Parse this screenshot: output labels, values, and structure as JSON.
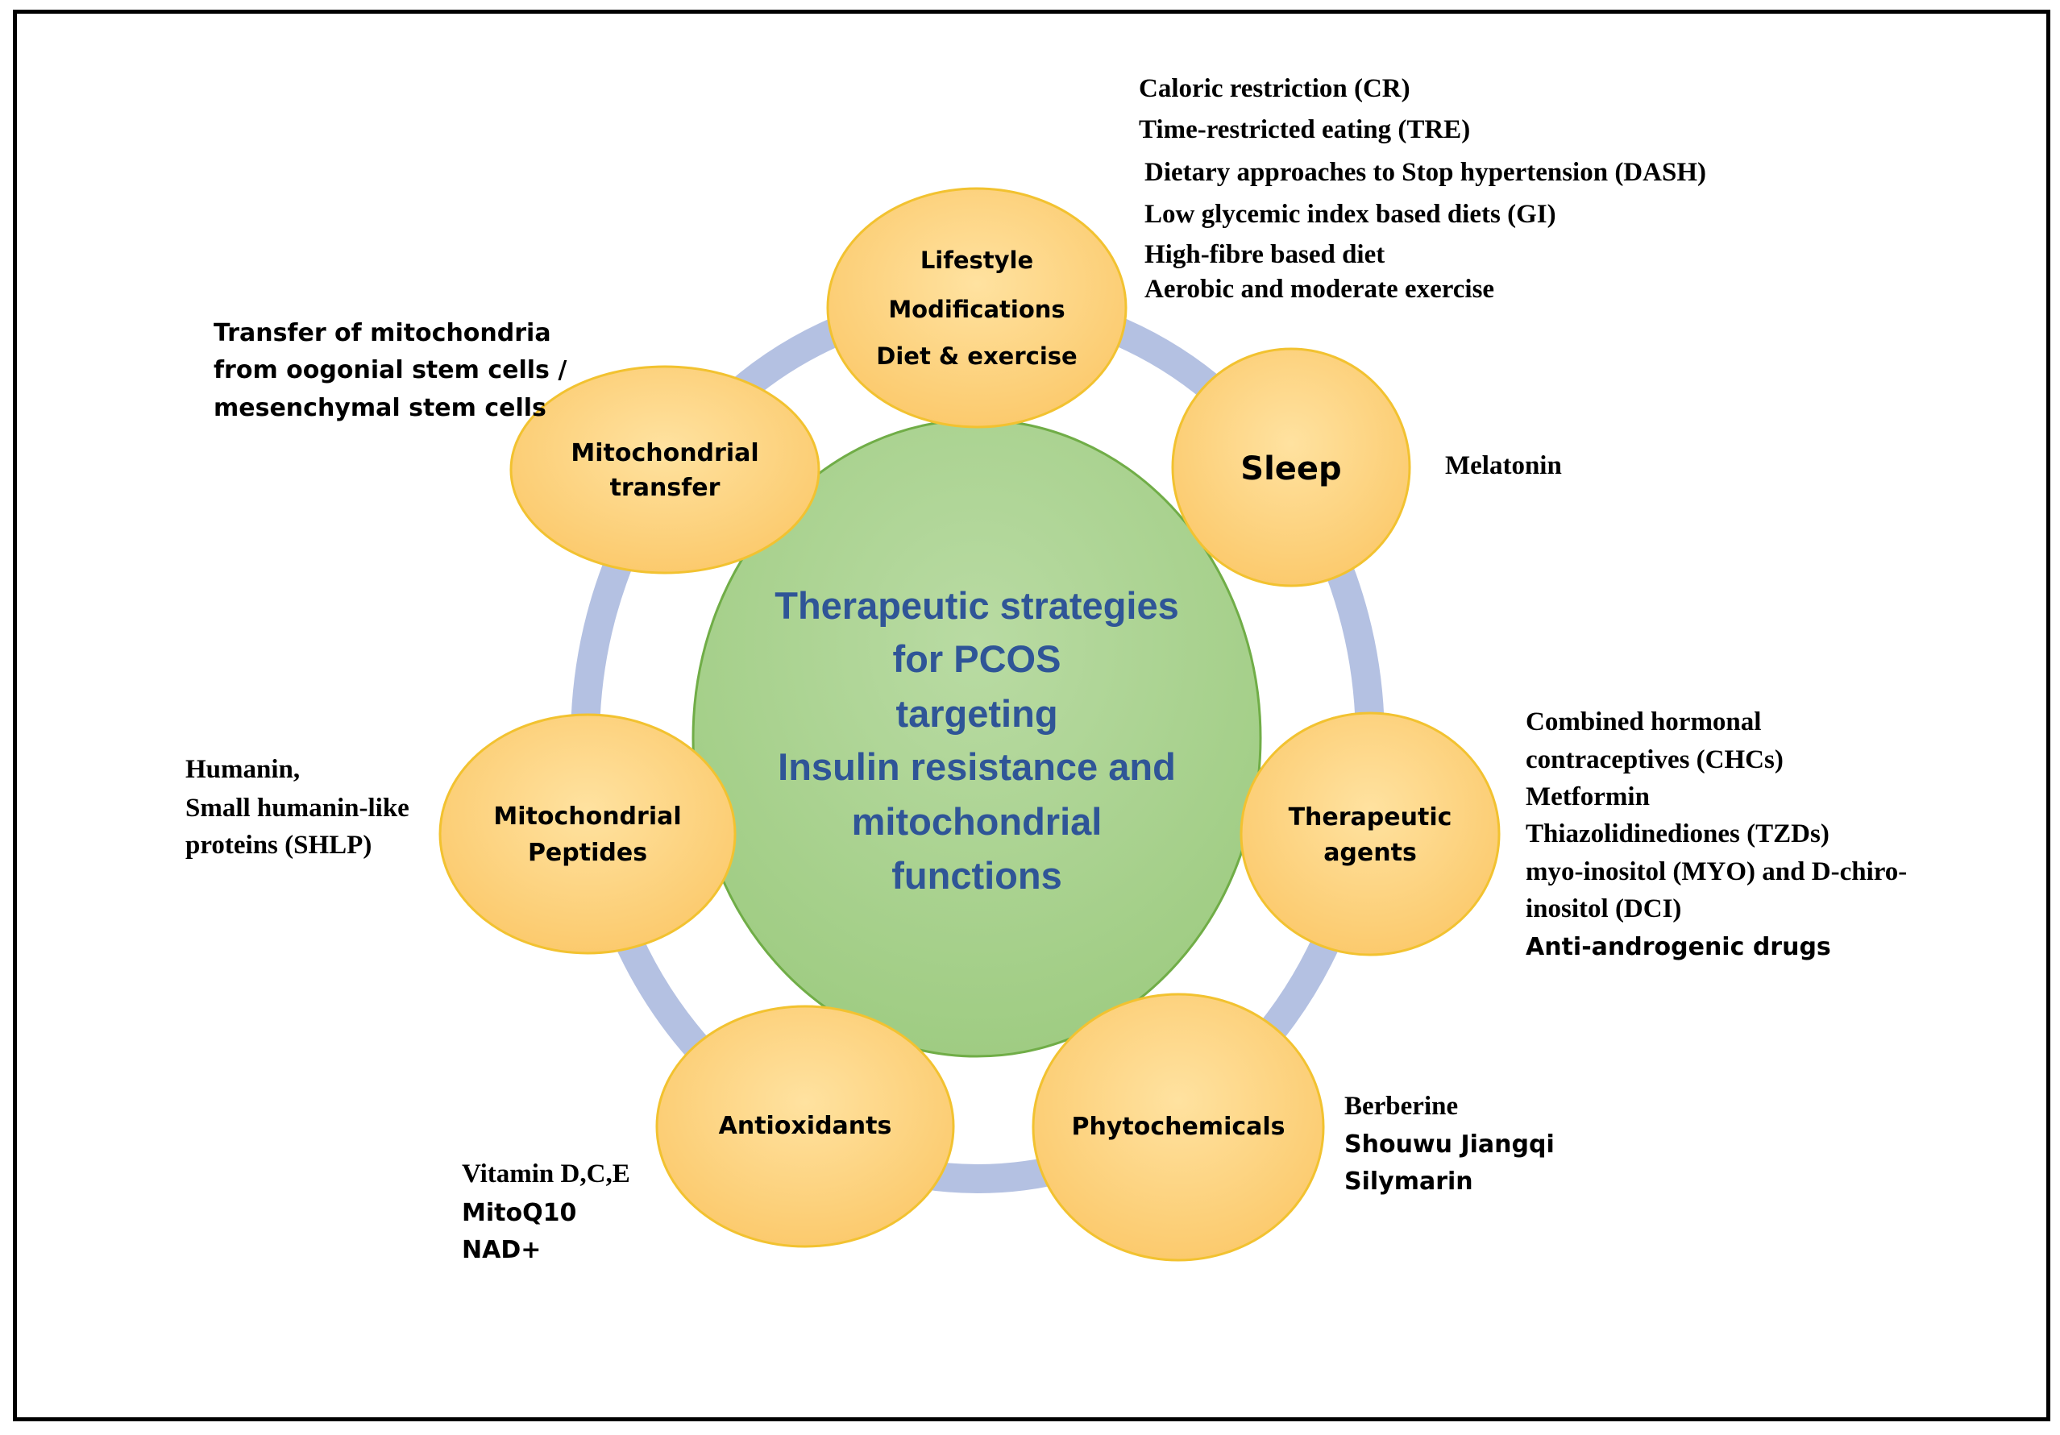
{
  "center": {
    "lines": [
      "Therapeutic strategies",
      "for PCOS",
      "targeting",
      "Insulin resistance and",
      "mitochondrial",
      "functions"
    ]
  },
  "nodes": {
    "lifestyle": [
      "Lifestyle",
      "Modifications",
      "Diet & exercise"
    ],
    "sleep": [
      "Sleep"
    ],
    "therapeutic": [
      "Therapeutic",
      "agents"
    ],
    "phytochemicals": [
      "Phytochemicals"
    ],
    "antioxidants": [
      "Antioxidants"
    ],
    "peptides": [
      "Mitochondrial",
      "Peptides"
    ],
    "transfer": [
      "Mitochondrial",
      "transfer"
    ]
  },
  "annotations": {
    "lifestyle": [
      "Caloric restriction (CR)",
      "Time-restricted  eating (TRE)",
      "Dietary approaches to Stop hypertension (DASH)",
      "Low glycemic index based diets (GI)",
      "High-fibre  based diet",
      "Aerobic and moderate exercise"
    ],
    "sleep": [
      "Melatonin"
    ],
    "therapeutic": [
      "Combined  hormonal",
      "contraceptives (CHCs)",
      "Metformin",
      "Thiazolidinediones (TZDs)",
      "myo-inositol (MYO) and D-chiro-",
      "inositol (DCI)",
      "Anti-androgenic drugs"
    ],
    "phytochemicals": [
      "Berberine",
      "Shouwu Jiangqi",
      "Silymarin"
    ],
    "antioxidants": [
      "Vitamin  D,C,E",
      "MitoQ10",
      "NAD+"
    ],
    "peptides": [
      "Humanin,",
      "Small humanin-like",
      "proteins (SHLP)"
    ],
    "transfer": [
      "Transfer of mitochondria",
      "from oogonial stem cells /",
      "mesenchymal stem cells"
    ]
  },
  "colors": {
    "ring": "#B4C1E2",
    "center_fill": "#A9D18E",
    "center_stroke": "#70AD47",
    "node_fill": "#FFD57A",
    "node_stroke": "#F2C230",
    "title_text": "#2F5597"
  }
}
